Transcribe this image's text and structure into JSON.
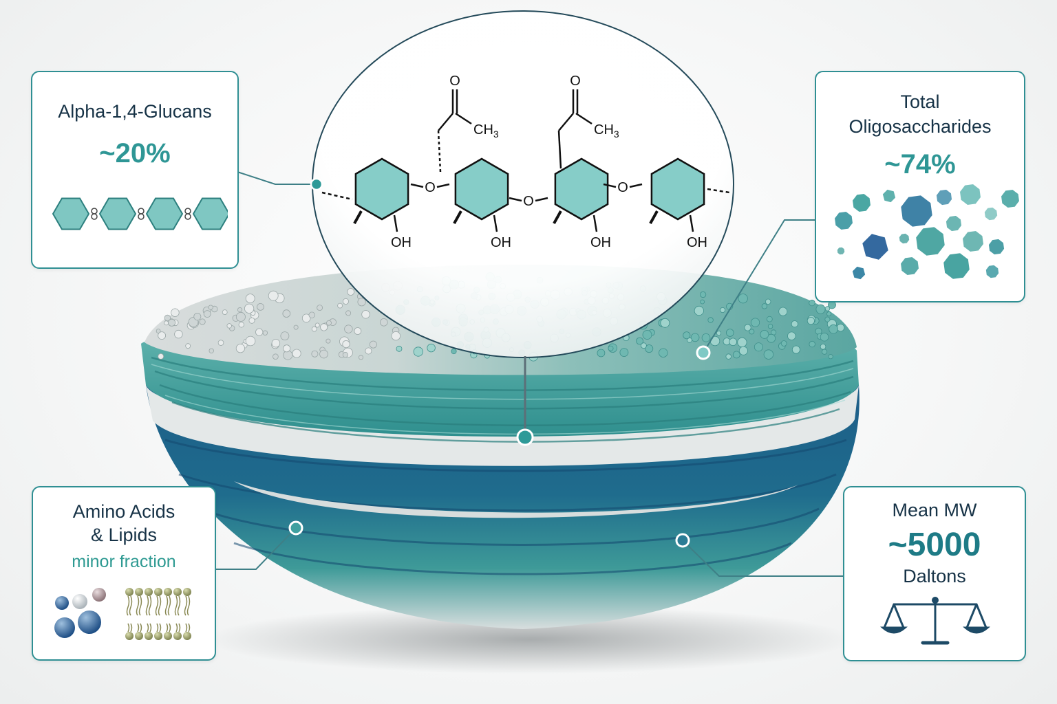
{
  "cards": {
    "glucans": {
      "label": "Alpha-1,4-Glucans",
      "value": "~20%"
    },
    "oligosaccharides": {
      "label_line1": "Total",
      "label_line2": "Oligosaccharides",
      "value": "~74%"
    },
    "amino_lipids": {
      "label_line1": "Amino Acids",
      "label_line2": "& Lipids",
      "note": "minor fraction"
    },
    "mw": {
      "label": "Mean MW",
      "value": "~5000",
      "unit": "Daltons"
    }
  },
  "molecule": {
    "hydroxyl": "OH",
    "oxygen": "O",
    "methyl": "CH",
    "methyl_sub": "3"
  },
  "colors": {
    "accent_teal": "#2f8f93",
    "ring_fill": "#7fc9c5",
    "ring_stroke": "#2f8e8b",
    "deep_blue": "#1f5f86",
    "text_dark": "#163246"
  },
  "icons": [
    "glucan-chain-icon",
    "oligosaccharide-cluster-icon",
    "amino-acid-spheres-icon",
    "lipid-bilayer-icon",
    "balance-scale-icon"
  ]
}
